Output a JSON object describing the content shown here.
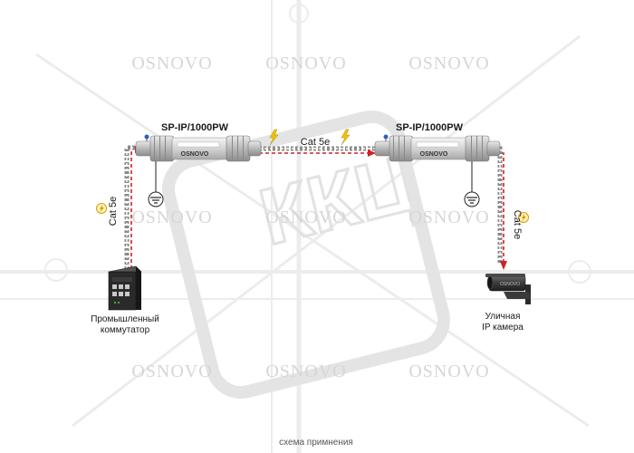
{
  "watermark": {
    "brand": "OSNOVO",
    "stamp": "ККЦ"
  },
  "devices": {
    "protector_left": {
      "label": "SP-IP/1000PW",
      "brand": "OSNOVO"
    },
    "protector_right": {
      "label": "SP-IP/1000PW",
      "brand": "OSNOVO"
    },
    "switch": {
      "label_line1": "Промышленный",
      "label_line2": "коммутатор"
    },
    "camera": {
      "label_line1": "Уличная",
      "label_line2": "IP камера"
    }
  },
  "cables": {
    "middle": "Cat 5e",
    "left": "Cat 5e",
    "right": "Cat 5e"
  },
  "caption": "схема примнения",
  "colors": {
    "cable_dash": "#d32020",
    "cable_rope": "#8a8a8a",
    "lightning": "#f2c200",
    "device_body": "#d9d9d9",
    "watermark": "#d6d6d6"
  }
}
